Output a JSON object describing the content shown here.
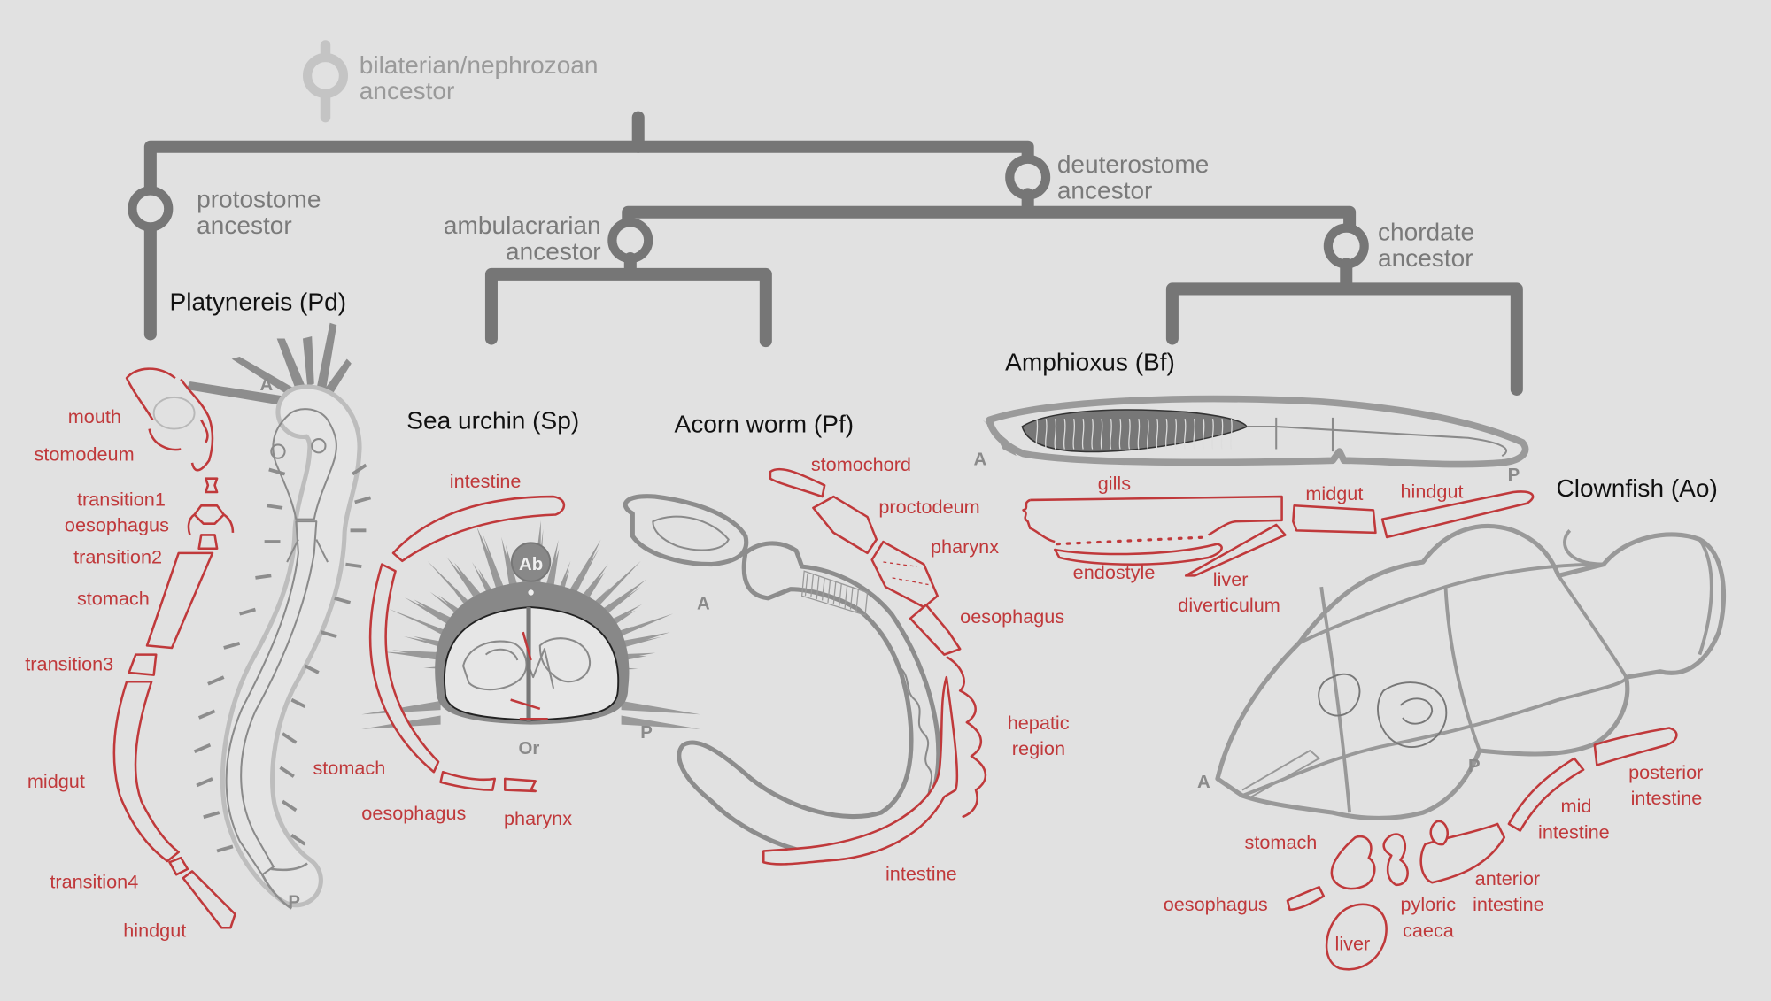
{
  "tree": {
    "nodes": [
      {
        "id": "bilaterian",
        "label_line1": "bilaterian/nephrozoan",
        "label_line2": "ancestor"
      },
      {
        "id": "protostome",
        "label_line1": "protostome",
        "label_line2": "ancestor"
      },
      {
        "id": "deuterostome",
        "label_line1": "deuterostome",
        "label_line2": "ancestor"
      },
      {
        "id": "ambulacrarian",
        "label_line1": "ambulacrarian",
        "label_line2": "ancestor"
      },
      {
        "id": "chordate",
        "label_line1": "chordate",
        "label_line2": "ancestor"
      }
    ]
  },
  "species": {
    "platynereis": {
      "name": "Platynereis (Pd)",
      "anterior": "A",
      "posterior": "P",
      "organs": [
        "mouth",
        "stomodeum",
        "transition1",
        "oesophagus",
        "transition2",
        "stomach",
        "transition3",
        "midgut",
        "transition4",
        "hindgut"
      ]
    },
    "sea_urchin": {
      "name": "Sea urchin (Sp)",
      "aboral": "Ab",
      "oral": "Or",
      "posterior": "P",
      "organs": [
        "intestine",
        "stomach",
        "oesophagus",
        "pharynx"
      ]
    },
    "acorn_worm": {
      "name": "Acorn worm (Pf)",
      "anterior": "A",
      "organs": [
        "stomochord",
        "proctodeum",
        "pharynx",
        "oesophagus",
        "hepatic",
        "region",
        "intestine"
      ]
    },
    "amphioxus": {
      "name": "Amphioxus (Bf)",
      "anterior": "A",
      "posterior": "P",
      "organs": [
        "gills",
        "midgut",
        "hindgut",
        "endostyle",
        "liver",
        "diverticulum"
      ]
    },
    "clownfish": {
      "name": "Clownfish (Ao)",
      "anterior": "A",
      "posterior": "P",
      "organs": [
        "posterior",
        "intestine",
        "mid",
        "intestine",
        "stomach",
        "anterior",
        "intestine",
        "oesophagus",
        "pyloric",
        "caeca",
        "liver"
      ]
    }
  },
  "colors": {
    "background": "#e1e1e1",
    "tree_branch": "#767676",
    "organ_outline": "#c0393b",
    "anatomy": "#8d8d8d",
    "species_label": "#111111"
  }
}
